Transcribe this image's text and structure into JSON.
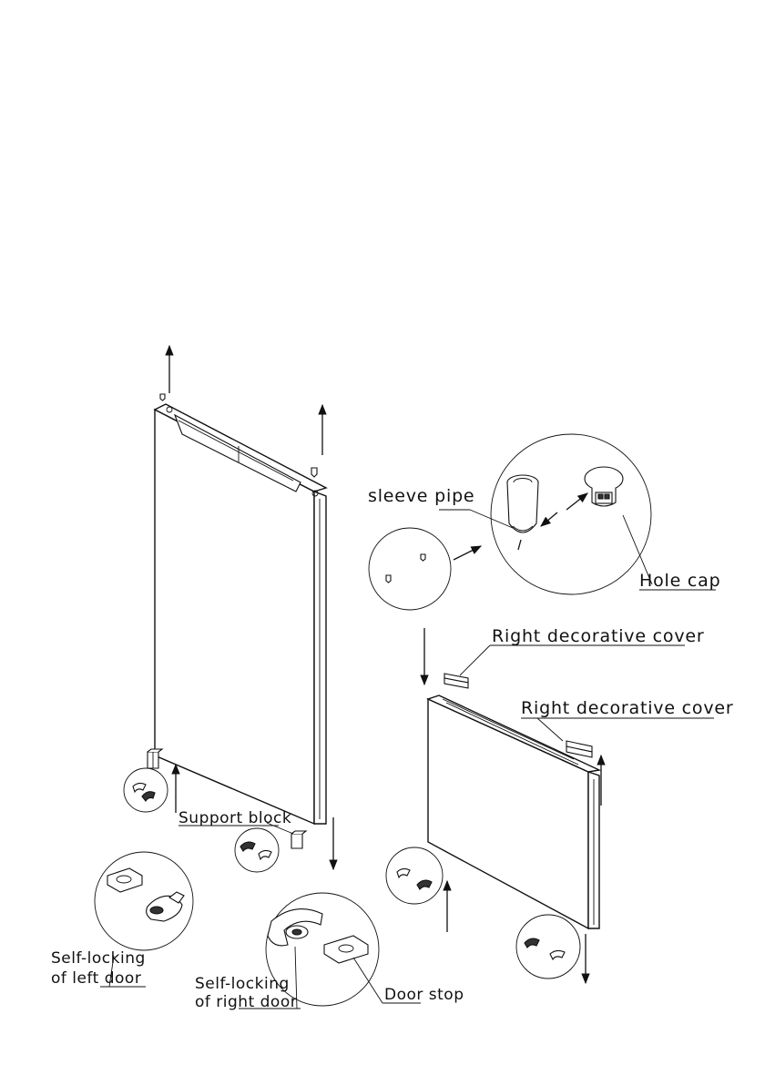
{
  "labels": {
    "sleeve_pipe": "sleeve pipe",
    "hole_cap": "Hole cap",
    "right_cover_1": "Right decorative cover",
    "right_cover_2": "Right decorative cover",
    "support_block": "Support block",
    "self_locking_left_1": "Self-locking",
    "self_locking_left_2": "of left door",
    "self_locking_right_1": "Self-locking",
    "self_locking_right_2": "of right door",
    "door_stop": "Door stop"
  }
}
